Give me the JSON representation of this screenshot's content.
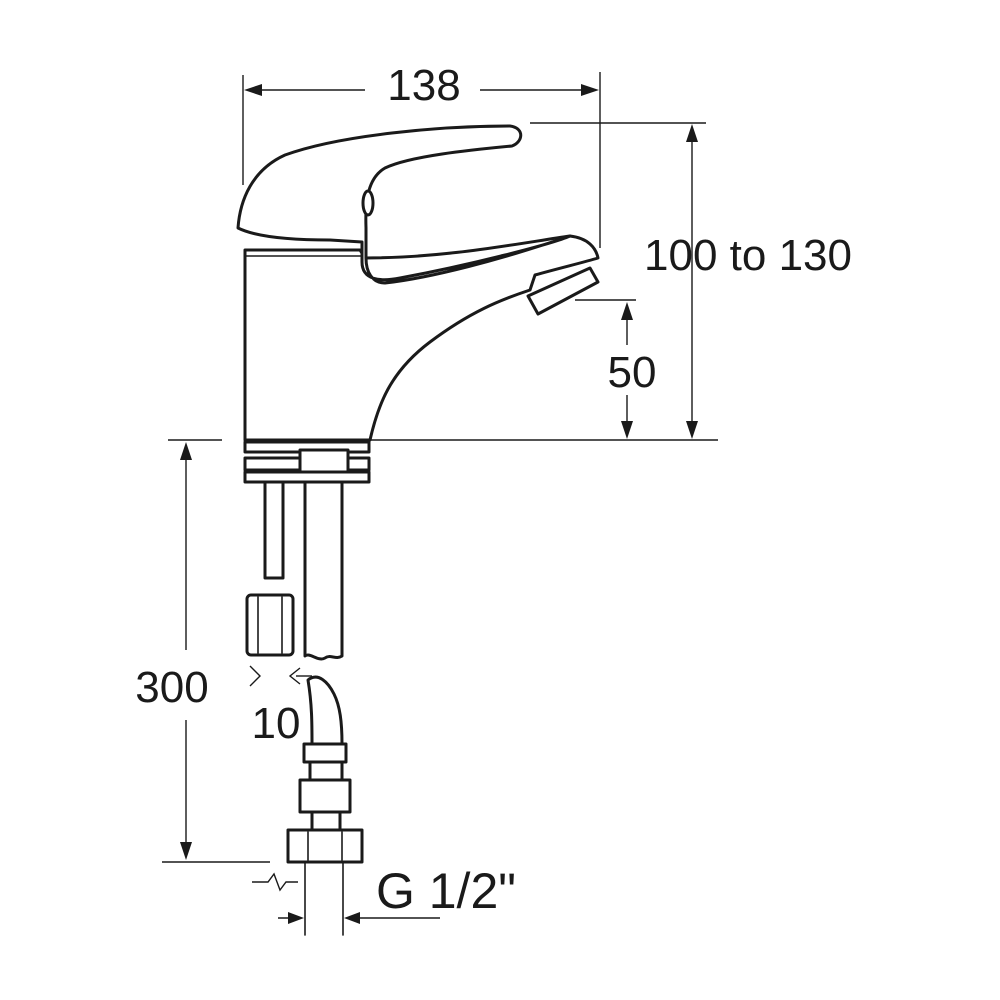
{
  "dimensions": {
    "overall_width": "138",
    "overall_height": "100 to 130",
    "spout_height": "50",
    "tail_length": "300",
    "hose_bore": "10",
    "connection_thread": "G 1/2\""
  }
}
